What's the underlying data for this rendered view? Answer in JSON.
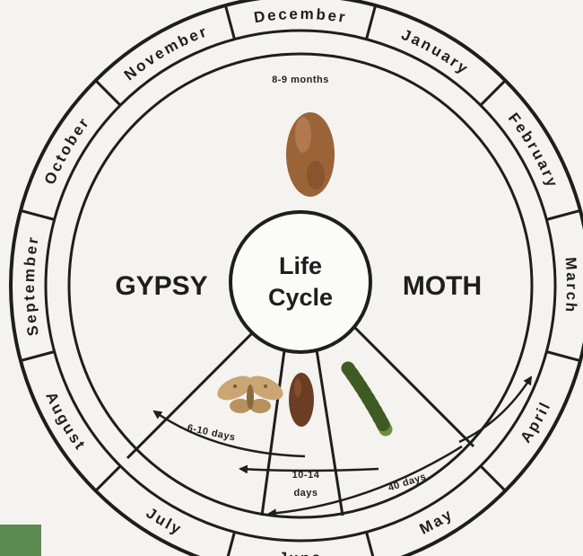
{
  "diagram": {
    "left_word": "GYPSY",
    "right_word": "MOTH",
    "center": {
      "line1": "Life",
      "line2": "Cycle"
    },
    "months": [
      "December",
      "January",
      "February",
      "March",
      "April",
      "May",
      "June",
      "July",
      "August",
      "September",
      "October",
      "November"
    ],
    "durations": {
      "egg": "8-9 months",
      "adult": "6-10 days",
      "pupa_line1": "10-14",
      "pupa_line2": "days",
      "larva": "40 days"
    },
    "stages": [
      "egg",
      "adult",
      "pupa",
      "larva"
    ]
  },
  "colors": {
    "line": "#1e1e1e",
    "egg_mass": "#9a6338",
    "moth": "#c9a673",
    "pupa": "#6b3d22",
    "caterpillar": "#6f8f3c",
    "accent_green": "#5c8a52"
  }
}
